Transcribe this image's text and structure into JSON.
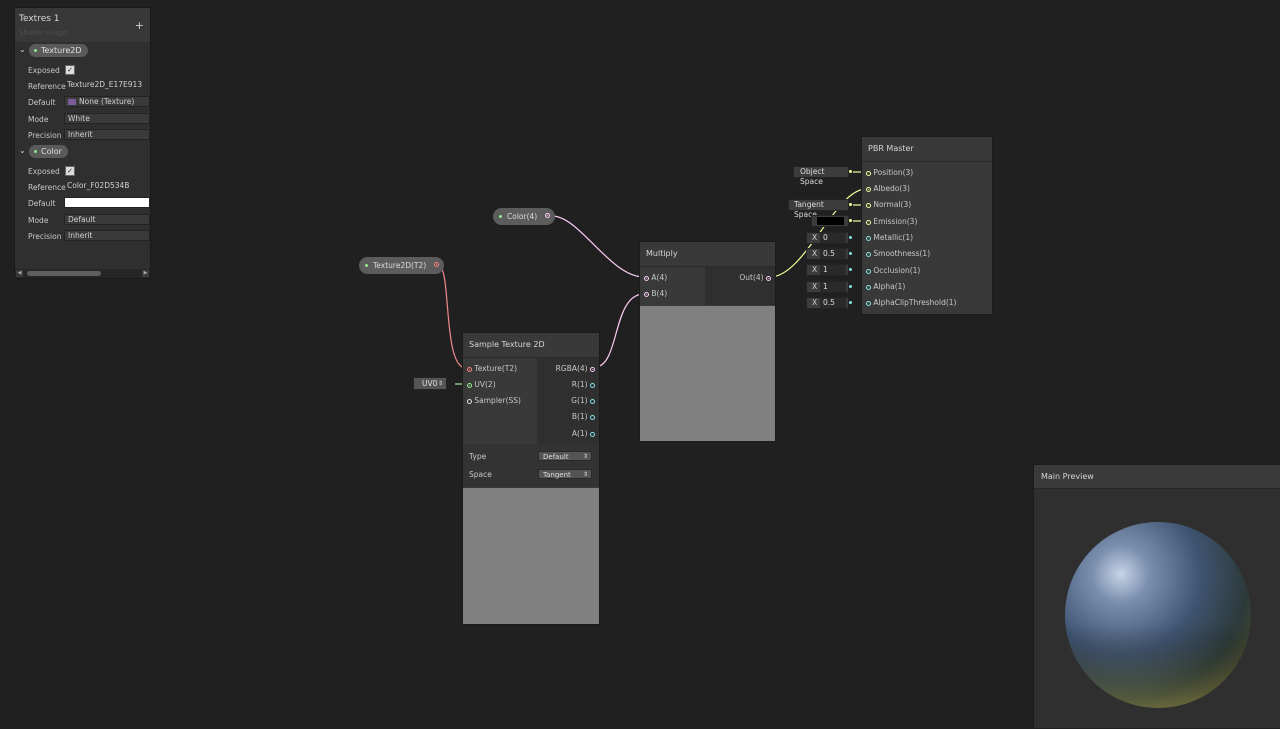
{
  "blackboard": {
    "title": "Textres 1",
    "subtitle": "Shader Graph",
    "add_label": "+",
    "properties": [
      {
        "name": "Texture2D",
        "rows": [
          {
            "label": "Exposed",
            "type": "check",
            "checked": true
          },
          {
            "label": "Reference",
            "value": "Texture2D_E17E913"
          },
          {
            "label": "Default",
            "value": "None (Texture)"
          },
          {
            "label": "Mode",
            "value": "White"
          },
          {
            "label": "Precision",
            "value": "Inherit"
          }
        ]
      },
      {
        "name": "Color",
        "rows": [
          {
            "label": "Exposed",
            "type": "check",
            "checked": true
          },
          {
            "label": "Reference",
            "value": "Color_F02D534B"
          },
          {
            "label": "Default",
            "value": "#FFFFFF"
          },
          {
            "label": "Mode",
            "value": "Default"
          },
          {
            "label": "Precision",
            "value": "Inherit"
          }
        ]
      }
    ]
  },
  "graph": {
    "property_nodes": {
      "color": "Color(4)",
      "texture": "Texture2D(T2)"
    },
    "uv_node": "UV0",
    "sample_texture": {
      "title": "Sample Texture 2D",
      "inputs": [
        "Texture(T2)",
        "UV(2)",
        "Sampler(SS)"
      ],
      "outputs": [
        "RGBA(4)",
        "R(1)",
        "G(1)",
        "B(1)",
        "A(1)"
      ],
      "type_label": "Type",
      "type_value": "Default",
      "space_label": "Space",
      "space_value": "Tangent"
    },
    "multiply": {
      "title": "Multiply",
      "inputs": [
        "A(4)",
        "B(4)"
      ],
      "output": "Out(4)"
    },
    "pbr_master": {
      "title": "PBR Master",
      "inputs": [
        "Position(3)",
        "Albedo(3)",
        "Normal(3)",
        "Emission(3)",
        "Metallic(1)",
        "Smoothness(1)",
        "Occlusion(1)",
        "Alpha(1)",
        "AlphaClipThreshold(1)"
      ],
      "position_space": "Object Space",
      "normal_space": "Tangent Space",
      "emission_color": "#000000",
      "metallic": "0",
      "smoothness": "0.5",
      "occlusion": "1",
      "alpha": "1",
      "alpha_clip": "0.5",
      "x_label": "X"
    }
  },
  "main_preview": {
    "title": "Main Preview"
  }
}
